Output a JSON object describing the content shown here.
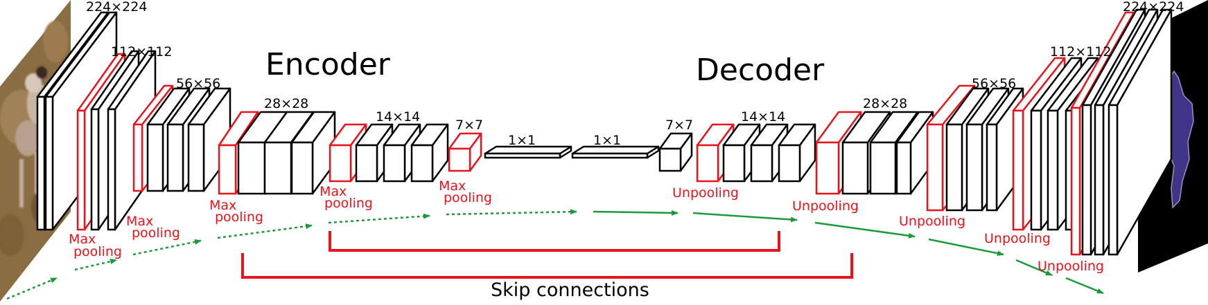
{
  "diagram": {
    "encoder_title": "Encoder",
    "decoder_title": "Decoder",
    "skip_label": "Skip connections",
    "colors": {
      "block_stroke": "#000000",
      "pool_stroke": "#e8131b",
      "arrow": "#1a9a3a",
      "skip": "#e8131b",
      "mask_background": "#000000",
      "mask_fill": "#3f3488"
    },
    "encoder_sizes": [
      "224×224",
      "112×112",
      "56×56",
      "28×28",
      "14×14",
      "7×7",
      "1×1"
    ],
    "decoder_sizes": [
      "1×1",
      "7×7",
      "14×14",
      "28×28",
      "56×56",
      "112×112",
      "224×224"
    ],
    "pool_labels": [
      [
        "Max",
        "pooling"
      ],
      [
        "Max",
        "pooling"
      ],
      [
        "Max",
        "pooling"
      ],
      [
        "Max",
        "pooling"
      ],
      [
        "Max",
        "pooling"
      ]
    ],
    "unpool_labels": [
      "Unpooling",
      "Unpooling",
      "Unpooling",
      "Unpooling",
      "Unpooling"
    ],
    "input_image": "photo-of-dog",
    "output_image": "segmentation-mask"
  }
}
